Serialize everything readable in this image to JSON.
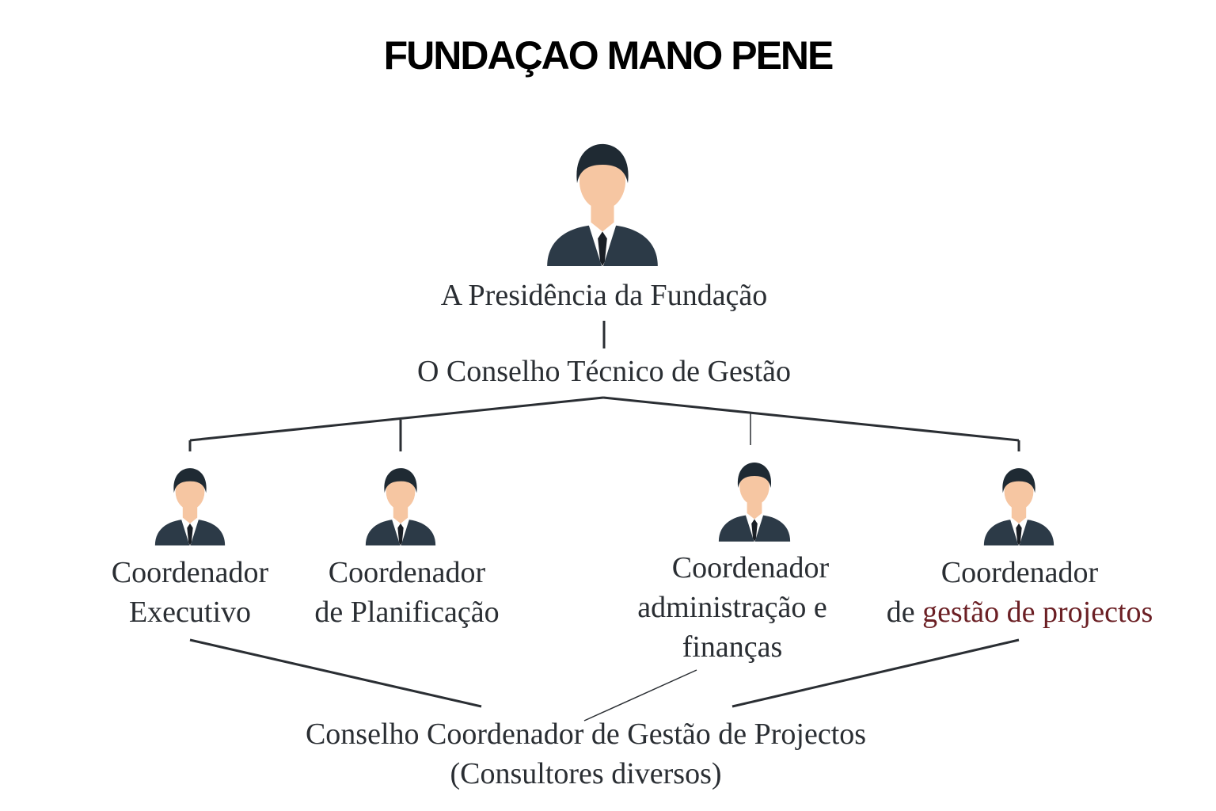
{
  "title": "FUNDAÇAO MANO PENE",
  "colors": {
    "suit": "#2c3a47",
    "hair": "#1f2a33",
    "skin": "#f6c6a2",
    "tie": "#1a1f26",
    "text": "#2a2e33",
    "accent_text": "#6b1f24",
    "connector": "#2a2e33"
  },
  "nodes": {
    "presidency": {
      "label": "A Presidência da Fundação",
      "icon": "person-icon"
    },
    "technical_council": {
      "label": "O Conselho Técnico de Gestão"
    },
    "coord_executive": {
      "line1": "Coordenador",
      "line2": "Executivo",
      "icon": "person-icon"
    },
    "coord_planning": {
      "line1": "Coordenador",
      "line2": "de Planificação",
      "icon": "person-icon"
    },
    "coord_admin": {
      "line1": "Coordenador",
      "line2": "administração e",
      "line3": "finanças",
      "icon": "person-icon"
    },
    "coord_projects": {
      "line1": "Coordenador",
      "line2_prefix": "de ",
      "line2_accent": "gestão de projectos",
      "icon": "person-icon"
    },
    "projects_council": {
      "line1": "Conselho Coordenador de Gestão de Projectos",
      "line2": "(Consultores diversos)"
    }
  }
}
